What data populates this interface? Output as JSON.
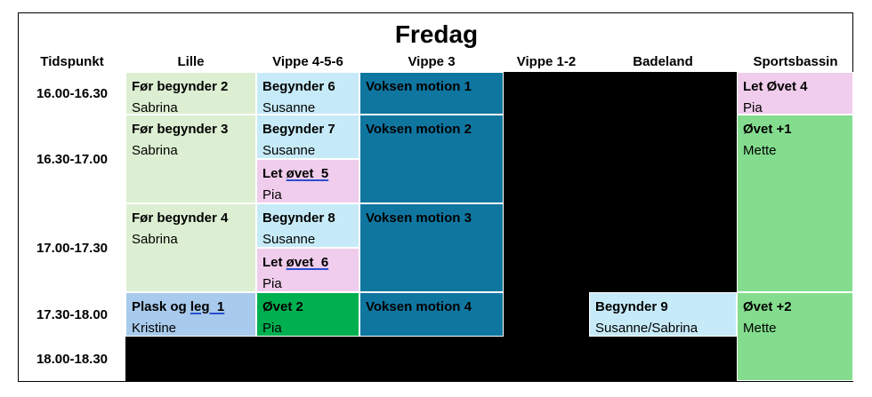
{
  "title": "Fredag",
  "columns": {
    "time": "Tidspunkt",
    "lille": "Lille",
    "vippe456": "Vippe 4-5-6",
    "vippe3": "Vippe 3",
    "vippe12": "Vippe 1-2",
    "badeland": "Badeland",
    "sportsbassin": "Sportsbassin"
  },
  "times": [
    "16.00-16.30",
    "16.30-17.00",
    "17.00-17.30",
    "17.30-18.00",
    "18.00-18.30"
  ],
  "cells": {
    "lille_1": {
      "title": "Før begynder 2",
      "instructor": "Sabrina"
    },
    "lille_2": {
      "title": "Før begynder 3",
      "instructor": "Sabrina"
    },
    "lille_3": {
      "title": "Før begynder 4",
      "instructor": "Sabrina"
    },
    "lille_4": {
      "title_pre": "Plask og ",
      "title_u": "leg  1",
      "instructor": "Kristine"
    },
    "v456_1": {
      "title": "Begynder 6",
      "instructor": "Susanne"
    },
    "v456_2": {
      "title": "Begynder 7",
      "instructor": "Susanne"
    },
    "v456_3": {
      "title_pre": "Let ",
      "title_u": "øvet  5",
      "instructor": "Pia"
    },
    "v456_4": {
      "title": "Begynder 8",
      "instructor": "Susanne"
    },
    "v456_5": {
      "title_pre": "Let ",
      "title_u": "øvet  6",
      "instructor": "Pia"
    },
    "v456_6": {
      "title": "Øvet 2",
      "instructor": "Pia"
    },
    "v3_1": {
      "title": "Voksen motion 1"
    },
    "v3_2": {
      "title": "Voksen motion 2"
    },
    "v3_3": {
      "title": "Voksen motion 3"
    },
    "v3_4": {
      "title": "Voksen motion 4"
    },
    "bad_1": {
      "title": "Begynder 9",
      "instructor": "Susanne/Sabrina"
    },
    "sport_1": {
      "title": "Let Øvet 4",
      "instructor": "Pia"
    },
    "sport_2": {
      "title": "Øvet +1",
      "instructor": "Mette"
    },
    "sport_3": {
      "title": "Øvet +2",
      "instructor": "Mette"
    }
  },
  "colors": {
    "green_light": "#dcefd2",
    "blue_light": "#c6eaf8",
    "pink": "#f0cdec",
    "teal": "#0f76a0",
    "green_bright": "#84dd8e",
    "green_strong": "#00b050",
    "blue_med": "#a8caec",
    "blocked": "#000000"
  }
}
